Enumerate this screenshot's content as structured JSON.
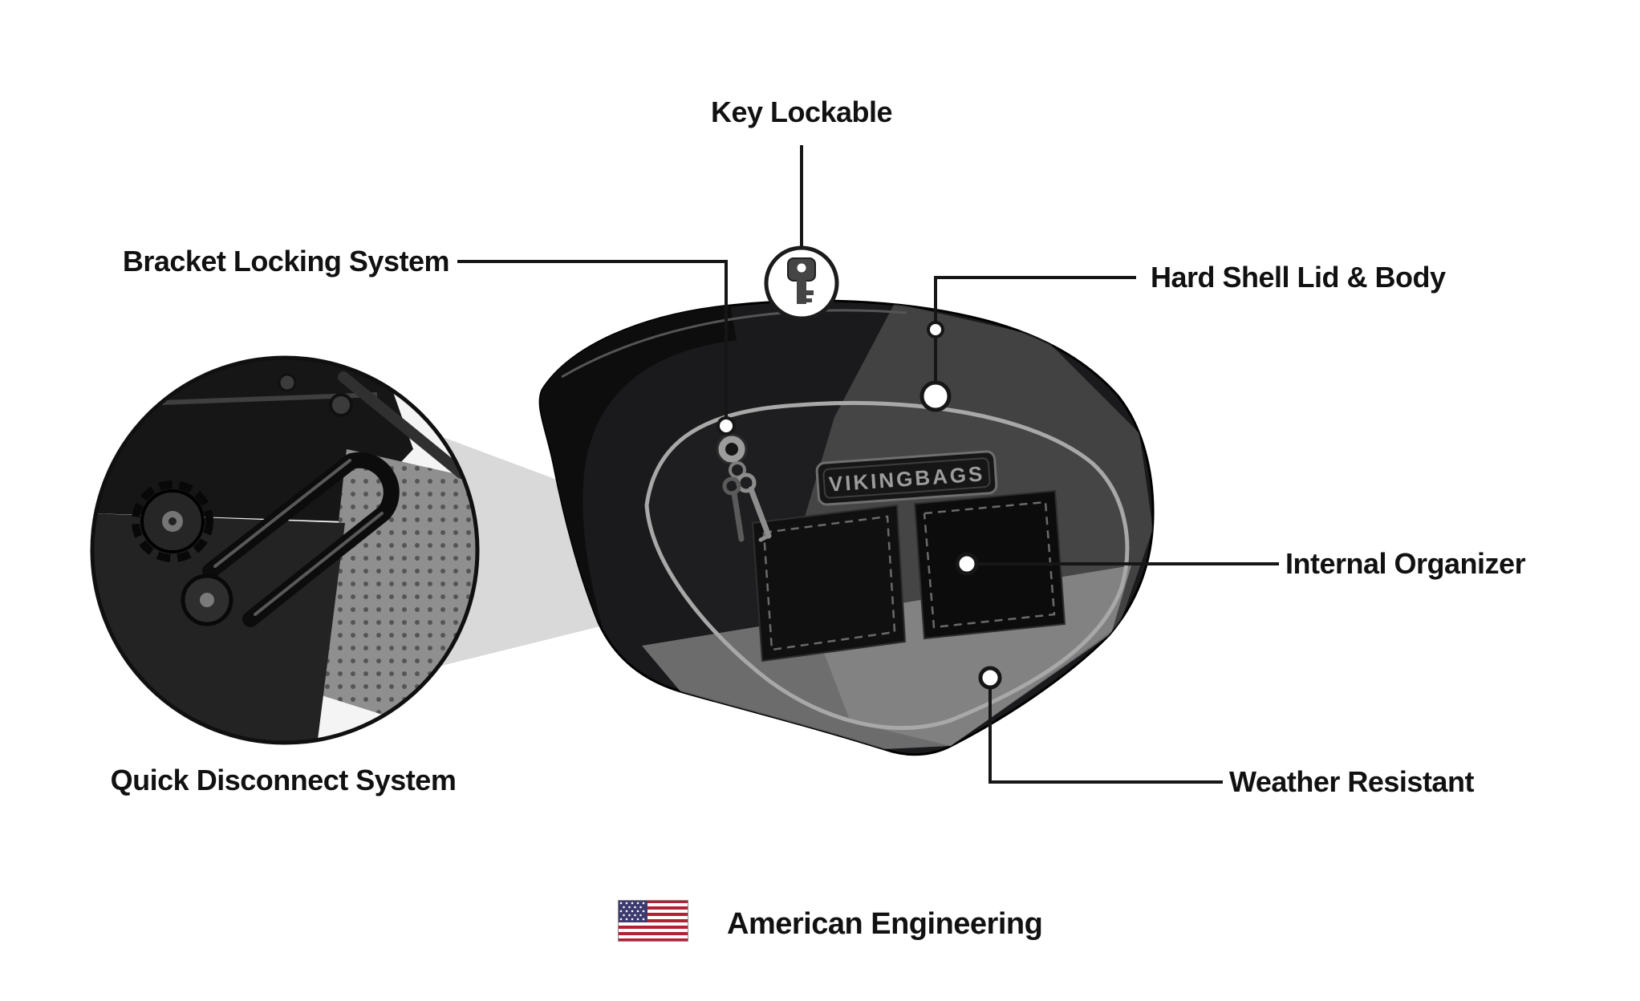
{
  "page": {
    "background": "#ffffff"
  },
  "callouts": {
    "key_lockable": {
      "label": "Key Lockable"
    },
    "bracket_locking_system": {
      "label": "Bracket Locking System"
    },
    "hard_shell_lid_body": {
      "label": "Hard Shell Lid & Body"
    },
    "internal_organizer": {
      "label": "Internal Organizer"
    },
    "weather_resistant": {
      "label": "Weather Resistant"
    },
    "quick_disconnect_system": {
      "label": "Quick Disconnect System"
    }
  },
  "footer": {
    "american_engineering": "American Engineering"
  },
  "product": {
    "brand_badge": "VIKINGBAGS"
  },
  "icons": {
    "key": "key-icon",
    "keyhole": "keyhole-icon",
    "flag": "us-flag-icon",
    "detail_inset": "zoom-detail-circle-icon"
  },
  "colors": {
    "line": "#161616",
    "bag_body": "#1a1a1c",
    "trim_gray": "#a8a8a8",
    "wedge_gray": "#d9d9d9",
    "flag_red": "#B22234",
    "flag_blue": "#3C3B6E",
    "text": "#111111"
  }
}
